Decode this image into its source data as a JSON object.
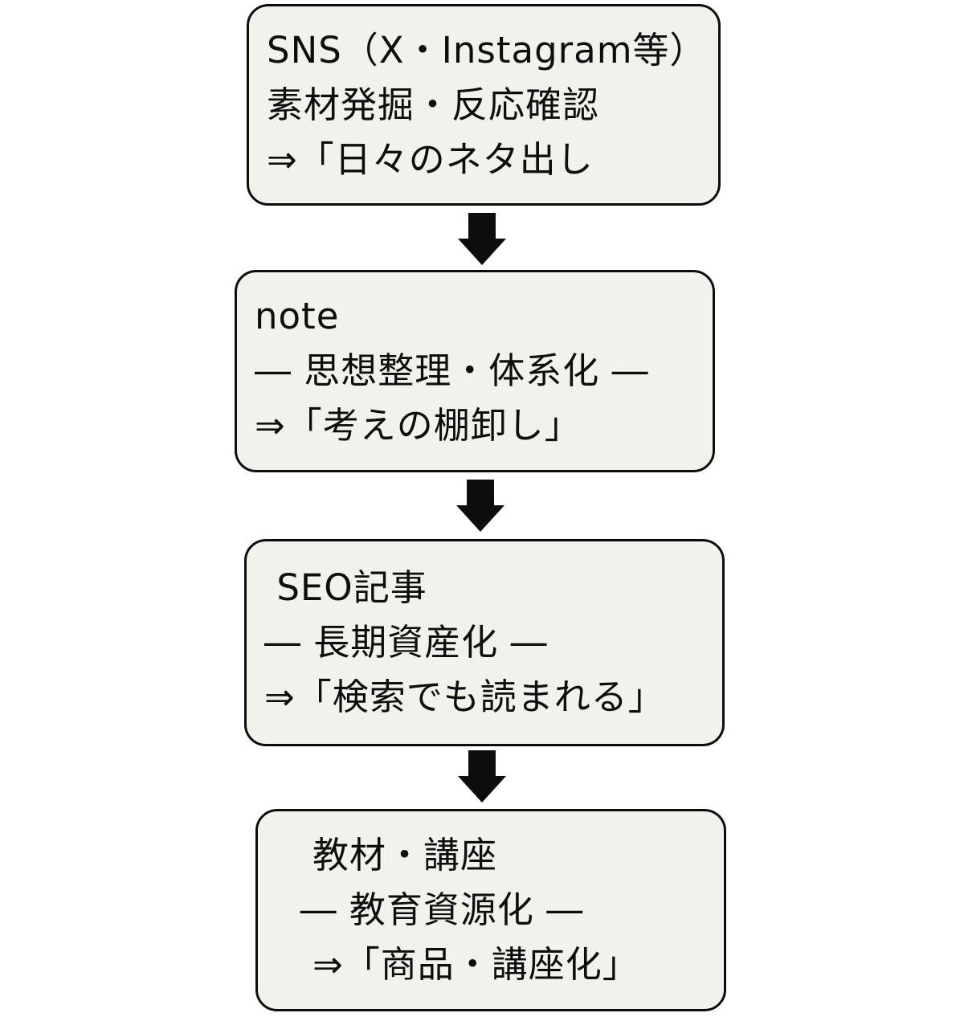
{
  "flow": {
    "background_color": "#ffffff",
    "node_fill_color": "#f2f2ec",
    "node_border_color": "#0d0d0d",
    "text_color": "#0d0d0d",
    "arrow_color": "#0d0d0d",
    "nodes": [
      {
        "id": "sns",
        "lines": [
          "SNS（X・Instagram等）",
          "素材発掘・反応確認",
          "⇒「日々のネタ出し"
        ]
      },
      {
        "id": "note",
        "lines": [
          "note",
          "― 思想整理・体系化 ―",
          "⇒「考えの棚卸し」"
        ]
      },
      {
        "id": "seo-article",
        "lines": [
          " SEO記事",
          "― 長期資産化 ―",
          "⇒「検索でも読まれる」"
        ]
      },
      {
        "id": "teaching-material-course",
        "lines": [
          "　教材・講座",
          "  ― 教育資源化 ―",
          "　⇒「商品・講座化」"
        ]
      }
    ]
  }
}
